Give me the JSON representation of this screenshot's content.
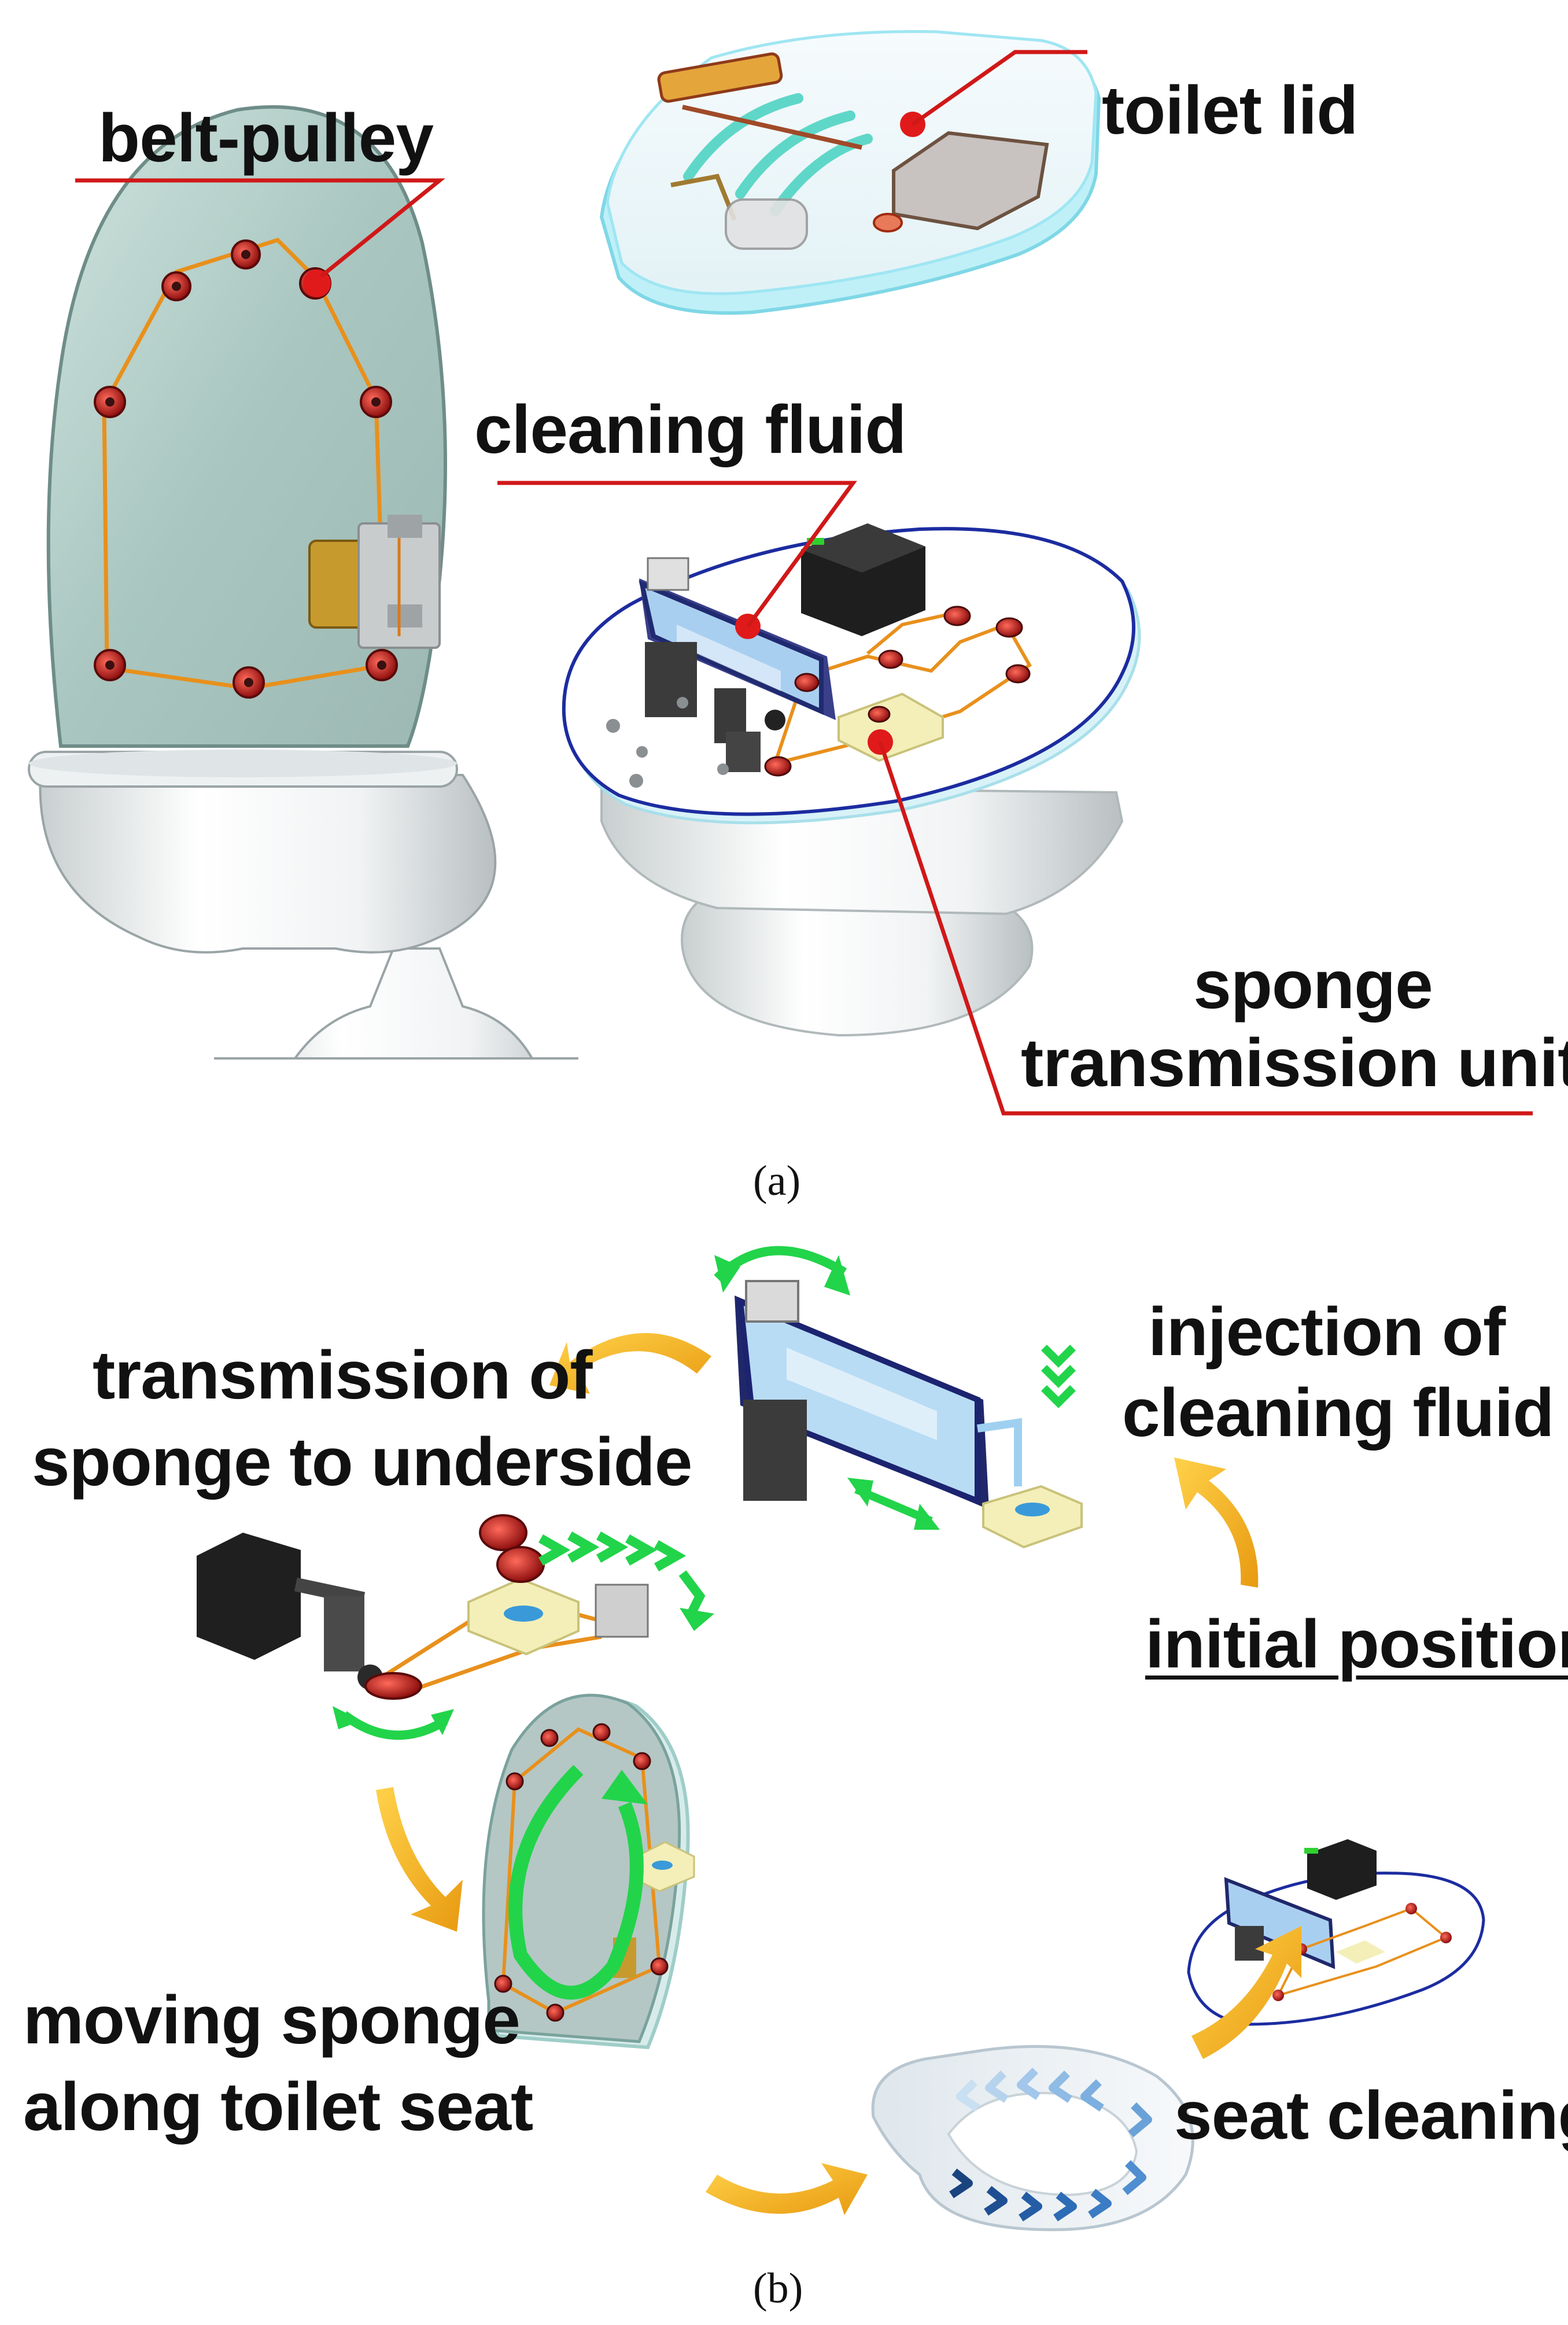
{
  "panel_a": {
    "labels": {
      "belt_pulley": "belt-pulley",
      "toilet_lid": "toilet lid",
      "cleaning_fluid": "cleaning fluid",
      "sponge_line1": "sponge",
      "sponge_line2": "transmission unit"
    },
    "caption": "(a)"
  },
  "panel_b": {
    "steps": {
      "transmission_line1": "transmission of",
      "transmission_line2": "sponge to underside",
      "injection_line1": "injection of",
      "injection_line2": "cleaning fluid",
      "initial_position": "initial position",
      "moving_line1": "moving sponge",
      "moving_line2": "along toilet seat",
      "seat_cleaning": "seat cleaning"
    },
    "caption": "(b)"
  },
  "colors": {
    "leader_line": "#d01818",
    "cycle_arrow": "#f2b21c",
    "motion_arrow": "#22d44a",
    "belt": "#e8901c",
    "pulley": "#c41a1a",
    "seat_rim": "#1c2ca0",
    "lid_tint": "#9fe6f2"
  }
}
